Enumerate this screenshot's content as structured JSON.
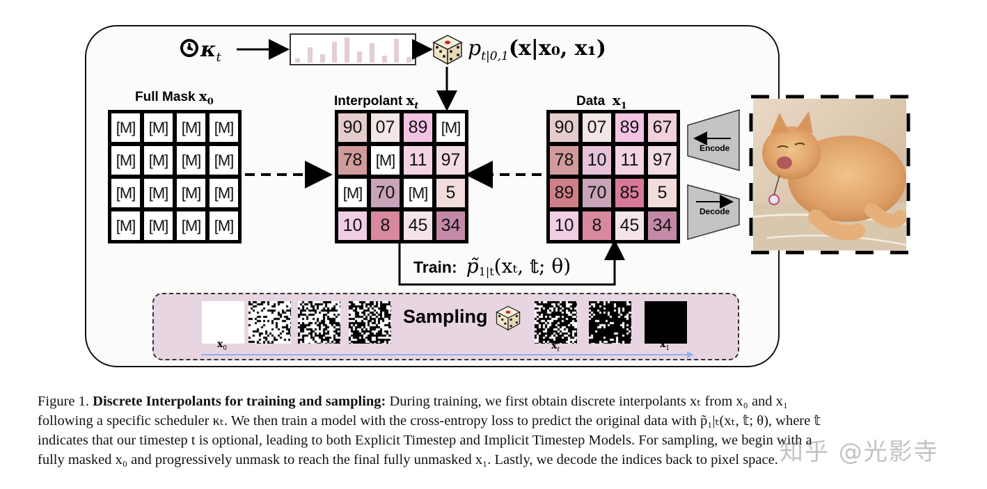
{
  "scheduler": {
    "label": "κ",
    "label_sub": "t",
    "bar_levels": [
      0.15,
      0.55,
      0.3,
      0.75,
      0.9,
      0.4,
      0.7,
      0.25,
      0.85,
      0.2
    ]
  },
  "probability": {
    "p": "p",
    "sub": "t|0,1",
    "args": "(x|x₀, x₁)"
  },
  "full_mask": {
    "title": "Full Mask",
    "symbol": "x",
    "sub": "0",
    "cells": [
      [
        "[M]",
        "[M]",
        "[M]",
        "[M]"
      ],
      [
        "[M]",
        "[M]",
        "[M]",
        "[M]"
      ],
      [
        "[M]",
        "[M]",
        "[M]",
        "[M]"
      ],
      [
        "[M]",
        "[M]",
        "[M]",
        "[M]"
      ]
    ]
  },
  "interpolant": {
    "title": "Interpolant",
    "symbol": "x",
    "sub": "t",
    "cells": [
      [
        "90",
        "07",
        "89",
        "[M]"
      ],
      [
        "78",
        "[M]",
        "11",
        "97"
      ],
      [
        "[M]",
        "70",
        "[M]",
        "5"
      ],
      [
        "10",
        "8",
        "45",
        "34"
      ]
    ],
    "colors": [
      [
        "#e5cccc",
        "#f3e6e6",
        "#f3c3e3",
        "#ffffff"
      ],
      [
        "#d19b9b",
        "#ffffff",
        "#f3d3e4",
        "#f3dde5"
      ],
      [
        "#ffffff",
        "#c8a4b8",
        "#ffffff",
        "#f2dcdc"
      ],
      [
        "#f0cde3",
        "#d8899e",
        "#f4e4ea",
        "#c489a6"
      ]
    ]
  },
  "data": {
    "title": "Data",
    "symbol": "x",
    "sub": "1",
    "cells": [
      [
        "90",
        "07",
        "89",
        "67"
      ],
      [
        "78",
        "10",
        "11",
        "97"
      ],
      [
        "89",
        "70",
        "85",
        "5"
      ],
      [
        "10",
        "8",
        "45",
        "34"
      ]
    ],
    "colors": [
      [
        "#e5cccc",
        "#f3e6e6",
        "#f3c3e3",
        "#efd0dc"
      ],
      [
        "#d19b9b",
        "#e6c1d7",
        "#f3d3e4",
        "#f3dde5"
      ],
      [
        "#cf7f87",
        "#c8a4b8",
        "#d77a9a",
        "#f2dcdc"
      ],
      [
        "#f0cde3",
        "#d8899e",
        "#f4e4ea",
        "#c489a6"
      ]
    ]
  },
  "codec": {
    "encode": "Encode",
    "decode": "Decode"
  },
  "train": {
    "label": "Train:",
    "formula_p": "p̃",
    "formula_sub": "1|t",
    "formula_args": "(xₜ, 𝕥; θ)"
  },
  "sampling": {
    "label": "Sampling",
    "thumb_labels": {
      "x0": "x",
      "x0_sub": "0",
      "xt": "x",
      "xt_sub": "t",
      "x1": "x",
      "x1_sub": "1"
    },
    "densities": [
      0.0,
      0.25,
      0.42,
      0.55,
      0.62,
      0.8,
      1.0
    ]
  },
  "caption": {
    "fig": "Figure 1.",
    "title": "Discrete Interpolants for training and sampling:",
    "line1": "During training, we first obtain discrete interpolants xₜ from x₀ and x₁",
    "line2": "following a specific scheduler κₜ. We then train a model with the cross-entropy loss to predict the original data with p̃₁|ₜ(xₜ, 𝕥; θ), where 𝕥",
    "line3": "indicates that our timestep t is optional, leading to both Explicit Timestep and Implicit Timestep Models. For sampling, we begin with a",
    "line4": "fully masked x₀ and progressively unmask to reach the final fully unmasked x₁. Lastly, we decode the indices back to pixel space."
  },
  "watermark": "知乎 @光影寺",
  "colors": {
    "sampling_bg": "#e8d5e2",
    "arrow_blue": "#8fb1ea",
    "bar": "#e3cdd8"
  }
}
